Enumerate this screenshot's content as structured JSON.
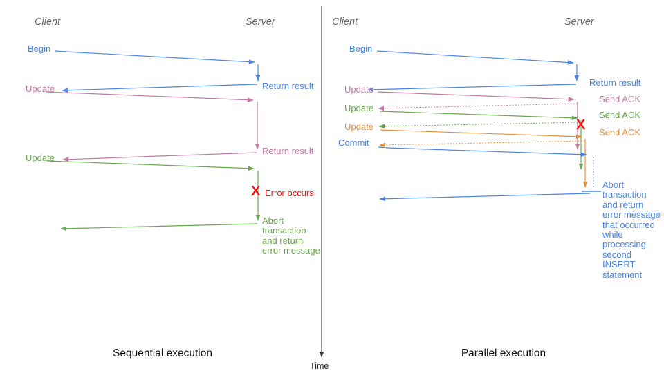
{
  "time_label": "Time",
  "colors": {
    "blue": "#4a86e8",
    "pink": "#c27ba0",
    "green": "#6aa84f",
    "orange": "#e69138",
    "red": "#f31515",
    "header_gray": "#666666"
  },
  "left": {
    "caption": "Sequential execution",
    "client_label": "Client",
    "server_label": "Server",
    "begin_label": "Begin",
    "return_result_1": "Return result",
    "update_1": "Update",
    "return_result_2": "Return result",
    "update_2": "Update",
    "error_x": "X",
    "error_label": "Error occurs",
    "abort_text": "Abort\ntransaction\nand return\nerror message"
  },
  "right": {
    "caption": "Parallel execution",
    "client_label": "Client",
    "server_label": "Server",
    "begin_label": "Begin",
    "return_result": "Return result",
    "update_1": "Update",
    "send_ack_1": "Send ACK",
    "update_2": "Update",
    "send_ack_2": "Send ACK",
    "update_3": "Update",
    "send_ack_3": "Send ACK",
    "commit_label": "Commit",
    "error_x": "X",
    "abort_text": "Abort\ntransaction\nand return\nerror message\nthat occurred\nwhile\nprocessing\nsecond\nINSERT\nstatement"
  }
}
